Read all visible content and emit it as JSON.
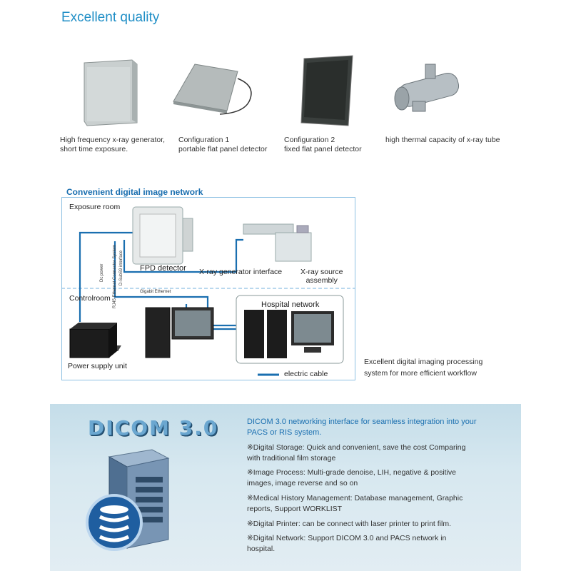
{
  "header": {
    "title": "Excellent quality"
  },
  "products": [
    {
      "caption_line1": "High frequency x-ray generator,",
      "caption_line2": "short time exposure."
    },
    {
      "caption_line1": "Configuration 1",
      "caption_line2": "portable flat panel detector"
    },
    {
      "caption_line1": "Configuration 2",
      "caption_line2": "fixed flat panel detector"
    },
    {
      "caption_line1": "high thermal capacity of x-ray tube",
      "caption_line2": ""
    }
  ],
  "network": {
    "title": "Convenient digital image network",
    "exposure_room": "Exposure room",
    "control_room": "Controlroom",
    "fpd_detector": "FPD detector",
    "xray_generator_interface": "X-ray generator interface",
    "xray_source_line1": "X-ray source",
    "xray_source_line2": "assembly",
    "hospital_network": "Hospital network",
    "power_supply_unit": "Power supply unit",
    "electric_cable": "electric cable",
    "dc_power": "Dc power",
    "rj45": "RJ45 Ethernet Connector System",
    "dsub": "D-SubS9 interface",
    "gigabit": "Gigabit Ethernet"
  },
  "side_text": {
    "line1": "Excellent digital imaging processing",
    "line2": "system for more efficient workflow"
  },
  "dicom": {
    "title": "DICOM 3.0",
    "intro": "DICOM 3.0 networking interface for seamless integration into your PACS or RIS system.",
    "features": [
      "※Digital Storage: Quick and convenient, save the cost Comparing with traditional film storage",
      "※Image Process: Multi-grade denoise, LIH, negative & positive images, image reverse and so on",
      "※Medical History Management: Database management, Graphic reports, Support WORKLIST",
      "※Digital Printer: can be connect with laser printer to print film.",
      "※Digital Network: Support DICOM 3.0 and PACS network in hospital."
    ]
  },
  "colors": {
    "accent": "#1f8ec6",
    "network_title": "#1a6fb0",
    "cable": "#1a6fb0",
    "panel": "#d3e6ef"
  }
}
